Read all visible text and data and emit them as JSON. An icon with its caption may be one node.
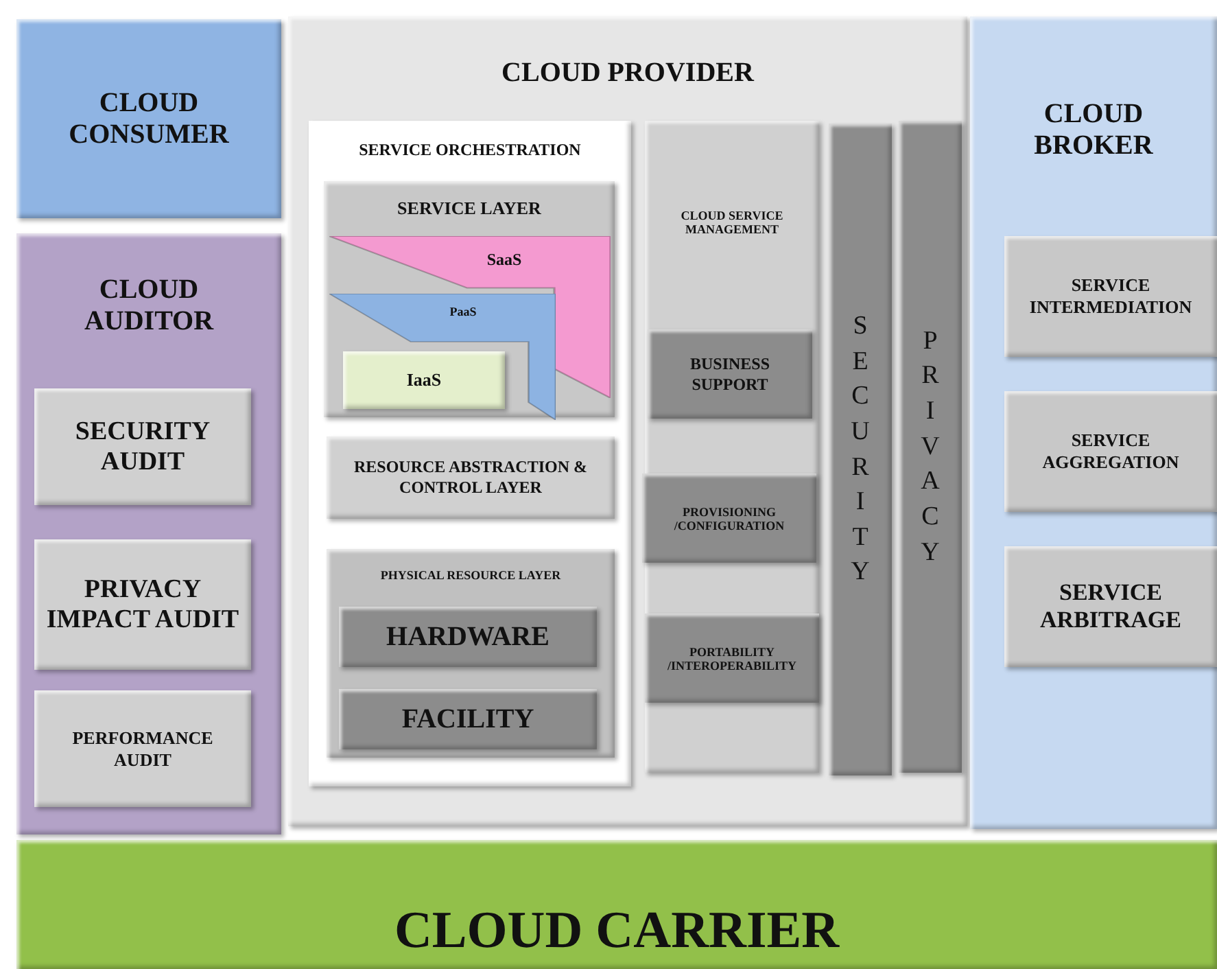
{
  "diagram": {
    "nodes": [
      {
        "text": [
          "CLOUD CONSUMER"
        ]
      },
      {
        "text": [
          "CLOUD AUDITOR"
        ]
      },
      {
        "text": [
          "SECURITY AUDIT"
        ],
        "in": 1
      },
      {
        "text": [
          "PRIVACY IMPACT AUDIT"
        ],
        "in": 1
      },
      {
        "text": [
          "PERFORMANCE AUDIT"
        ],
        "in": 1
      },
      {
        "text": [
          "CLOUD PROVIDER"
        ]
      },
      {
        "text": [
          "SERVICE ORCHESTRATION"
        ],
        "in": 5
      },
      {
        "text": [
          "SERVICE LAYER"
        ],
        "in": 6
      },
      {
        "text": [
          "SaaS"
        ],
        "in": 7
      },
      {
        "text": [
          "PaaS"
        ],
        "in": 7
      },
      {
        "text": [
          "IaaS"
        ],
        "in": 7
      },
      {
        "text": [
          "RESOURCE ABSTRACTION & CONTROL LAYER"
        ],
        "in": 6
      },
      {
        "text": [
          "PHYSICAL RESOURCE LAYER"
        ],
        "in": 6
      },
      {
        "text": [
          "HARDWARE"
        ],
        "in": 12
      },
      {
        "text": [
          "FACILITY"
        ],
        "in": 12
      },
      {
        "text": [
          "CLOUD SERVICE MANAGEMENT"
        ],
        "in": 5
      },
      {
        "text": [
          "BUSINESS SUPPORT"
        ],
        "in": 15
      },
      {
        "text": [
          "PROVISIONING /CONFIGURATION"
        ],
        "in": 15
      },
      {
        "text": [
          "PORTABILITY /INTEROPERABILITY"
        ],
        "in": 15
      },
      {
        "text": [
          "SECURITY"
        ],
        "in": 5
      },
      {
        "text": [
          "PRIVACY"
        ],
        "in": 5
      },
      {
        "text": [
          "CLOUD BROKER"
        ]
      },
      {
        "text": [
          "SERVICE INTERMEDIATION"
        ],
        "in": 21
      },
      {
        "text": [
          "SERVICE AGGREGATION"
        ],
        "in": 21
      },
      {
        "text": [
          "SERVICE ARBITRAGE"
        ],
        "in": 21
      },
      {
        "text": [
          "CLOUD CARRIER"
        ]
      }
    ]
  }
}
